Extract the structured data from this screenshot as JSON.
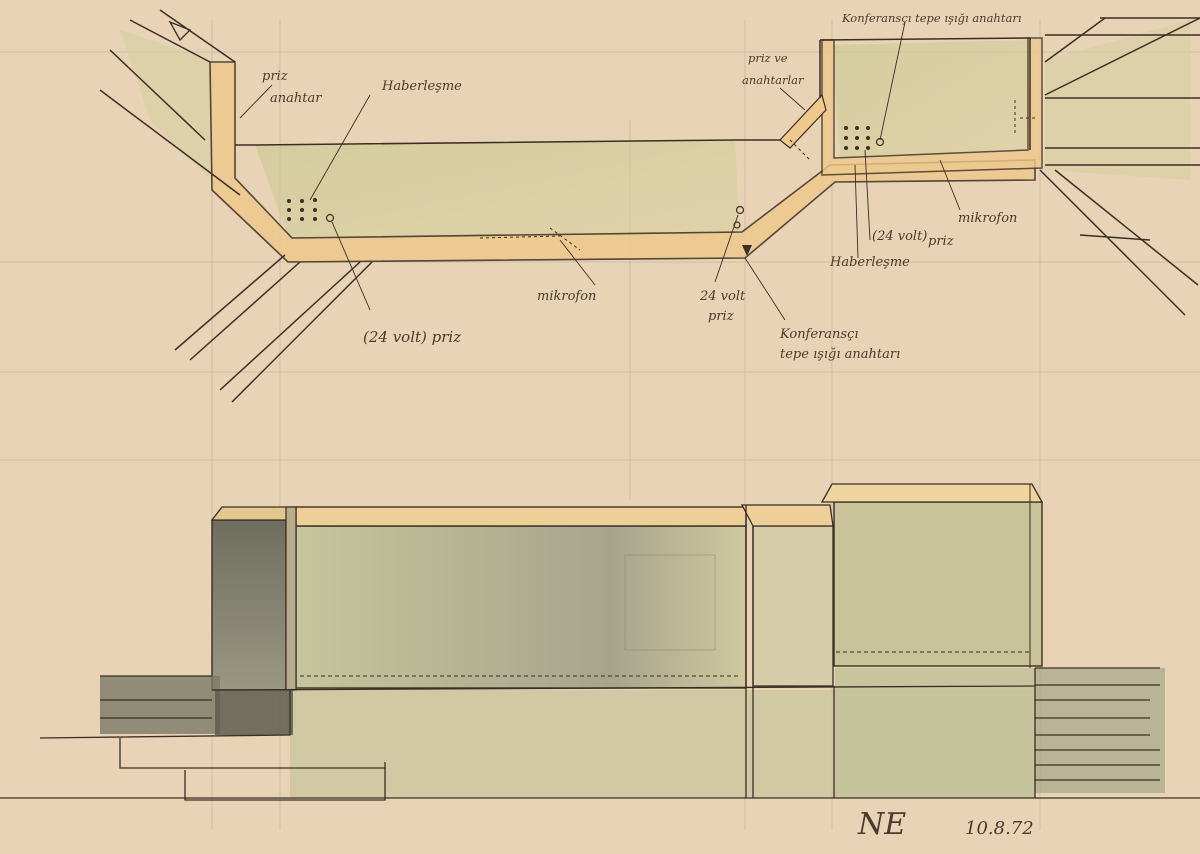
{
  "plan_labels": {
    "priz_anahtar_1": "priz",
    "priz_anahtar_2": "anahtar",
    "haberlesme_left": "Haberleşme",
    "priz_ve_1": "priz ve",
    "priz_ve_2": "anahtarlar",
    "konferans_top": "Konferansçı tepe ışığı anahtarı",
    "mikrofon_right": "mikrofon",
    "priz_24_right_1": "(24 volt)",
    "priz_24_right_2": "priz",
    "haberlesme_right": "Haberleşme",
    "mikrofon_center": "mikrofon",
    "volt_24_1": "24 volt",
    "volt_24_2": "priz",
    "priz_24_left": "(24 volt) priz",
    "konferans_bottom_1": "Konferansçı",
    "konferans_bottom_2": "tepe ışığı anahtarı"
  },
  "signature": {
    "initials": "NE",
    "date": "10.8.72"
  },
  "colors": {
    "paper": "#e8d3b6",
    "ink": "#3b2e24",
    "wood": "#efc98c",
    "green_wash": "#c9c690",
    "grey_shade": "#8f8c78"
  }
}
